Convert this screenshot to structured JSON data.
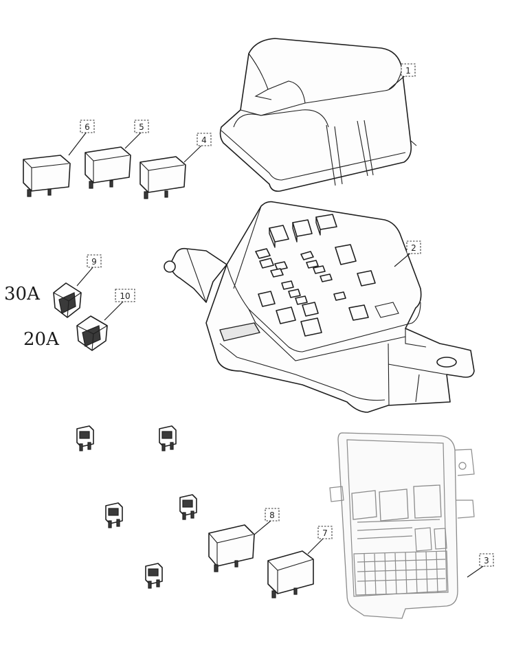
{
  "callouts": [
    "1",
    "2",
    "3",
    "4",
    "5",
    "6",
    "7",
    "8",
    "9",
    "10"
  ],
  "ratings": {
    "fuse_30a": "30A",
    "fuse_20a": "20A"
  },
  "colors": {
    "line": "#1e1e1e",
    "grey_line": "#8a8a8a",
    "background": "#ffffff"
  }
}
